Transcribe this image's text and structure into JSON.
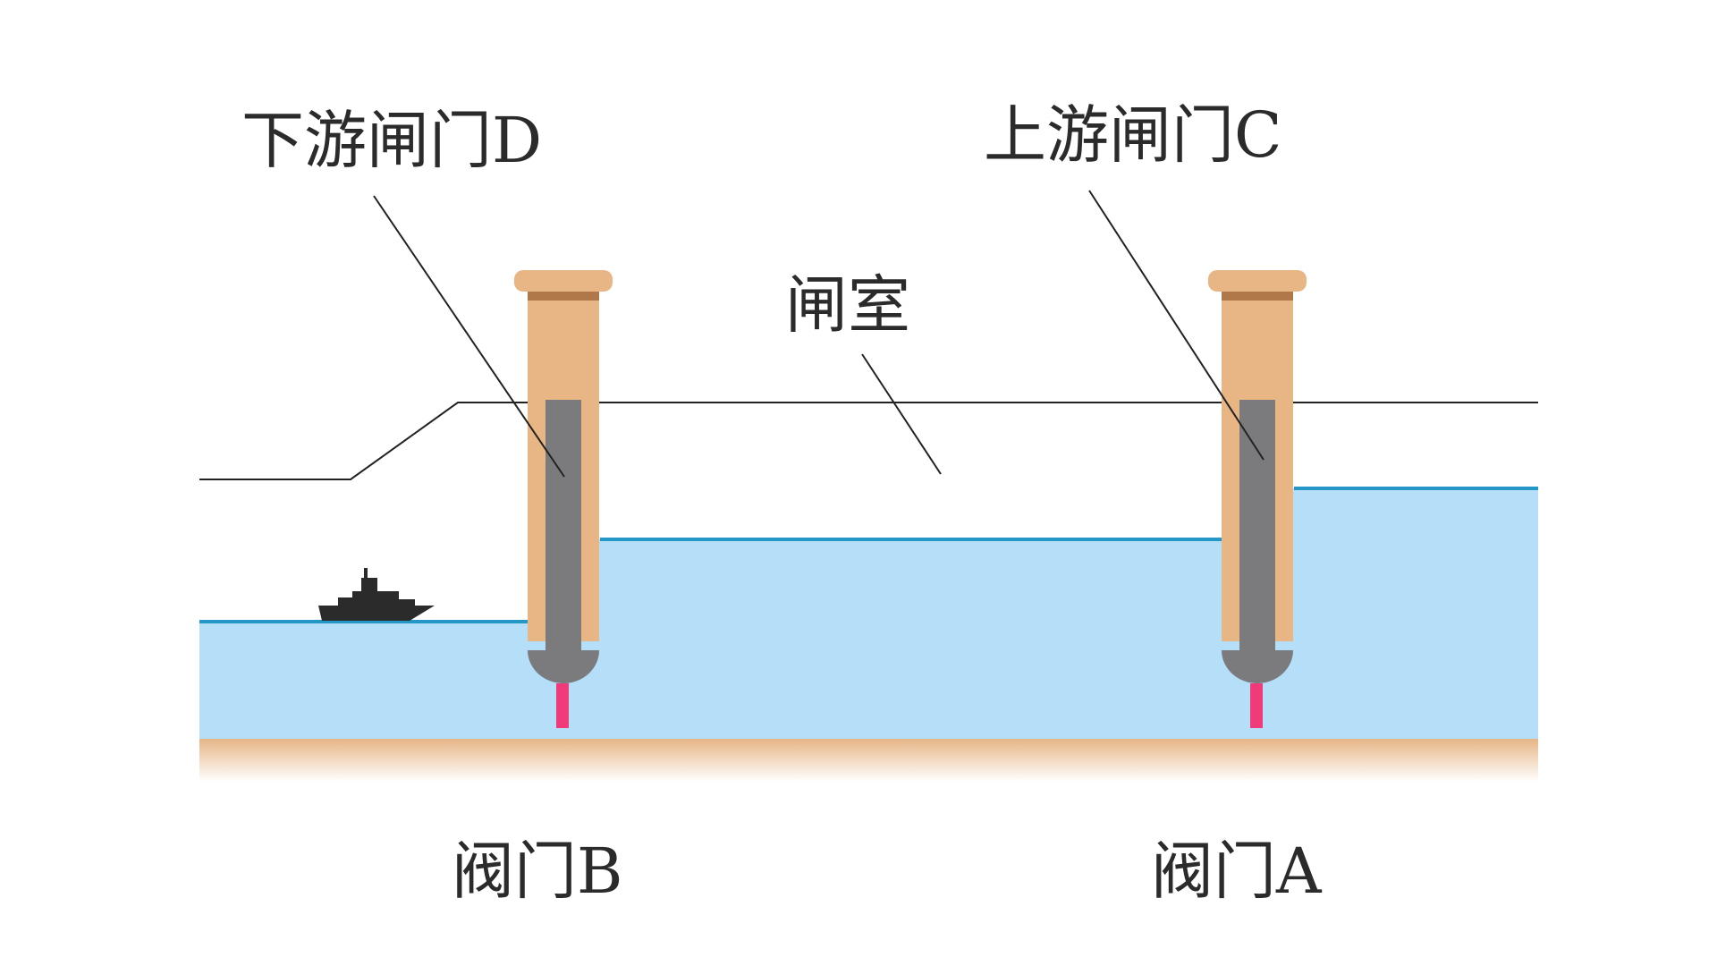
{
  "labels": {
    "downstream_gate": "下游闸门D",
    "upstream_gate": "上游闸门C",
    "lock_chamber": "闸室",
    "valve_b": "阀门B",
    "valve_a": "阀门A"
  },
  "colors": {
    "water": "#b5def9",
    "water_surface": "#2596c8",
    "gate_body": "#e8b584",
    "gate_band": "#b07848",
    "gate_core": "#7b7b7e",
    "valve_stem": "#f03a7a",
    "ground_top": "#e6b586",
    "outline": "#222222",
    "ship": "#2b2b2b"
  },
  "icons": {
    "ship": "ship-icon"
  }
}
